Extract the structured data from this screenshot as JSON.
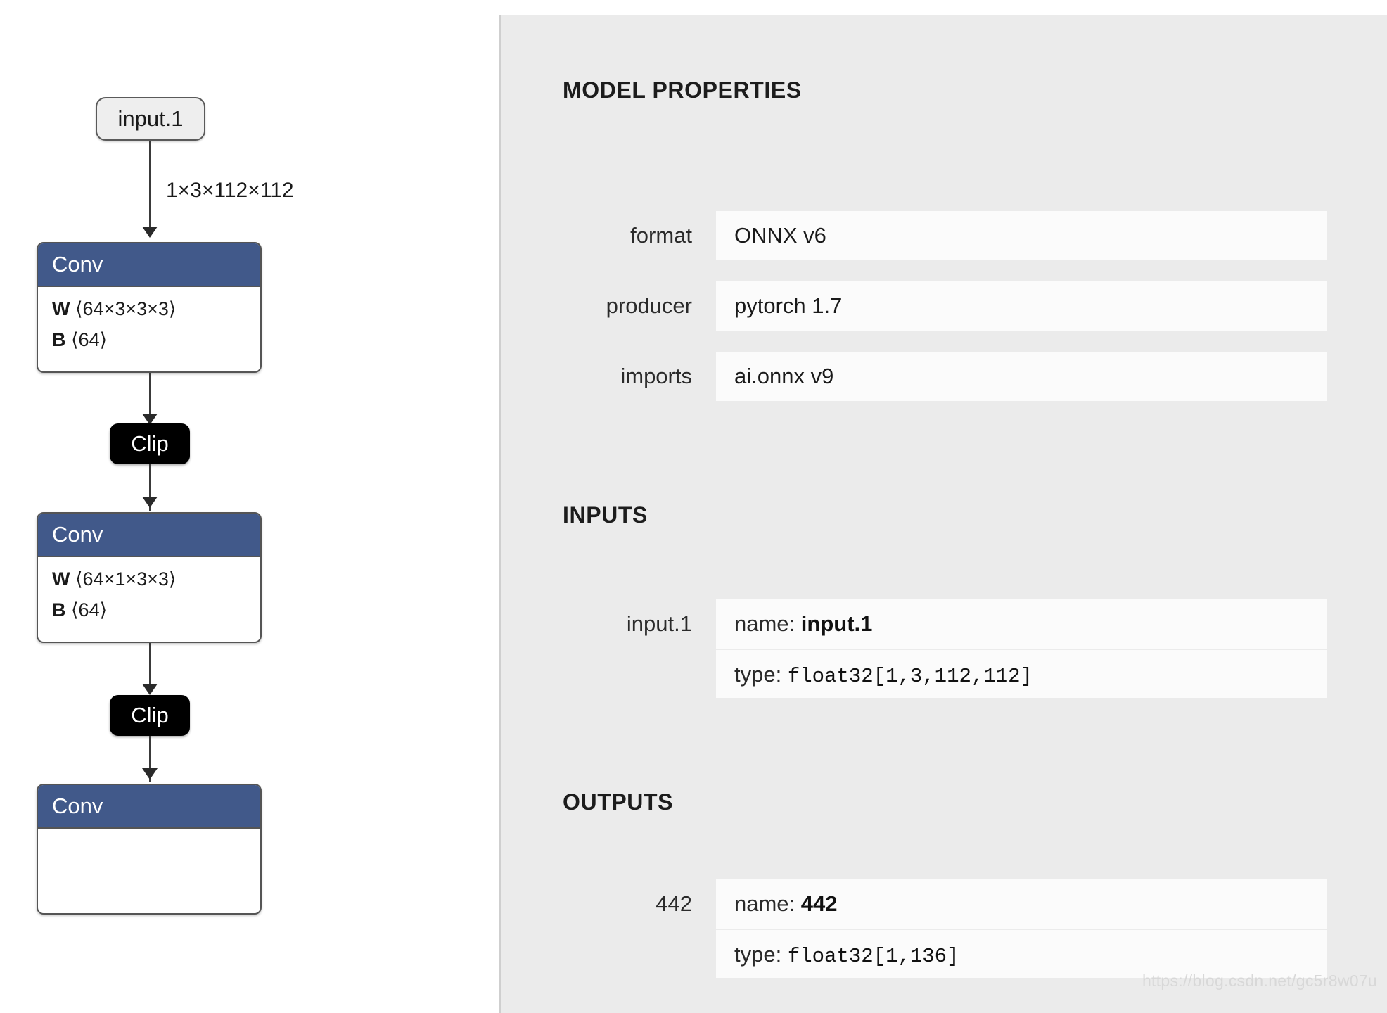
{
  "app": {
    "watermark": "https://blog.csdn.net/gc5r8w07u"
  },
  "graph": {
    "nodes": [
      {
        "id": "input-1",
        "kind": "io",
        "label": "input.1"
      },
      {
        "id": "conv-1",
        "kind": "op",
        "type": "Conv",
        "params": [
          {
            "name": "W",
            "shape": "⟨64×3×3×3⟩"
          },
          {
            "name": "B",
            "shape": "⟨64⟩"
          }
        ]
      },
      {
        "id": "clip-1",
        "kind": "activation",
        "type": "Clip"
      },
      {
        "id": "conv-2",
        "kind": "op",
        "type": "Conv",
        "params": [
          {
            "name": "W",
            "shape": "⟨64×1×3×3⟩"
          },
          {
            "name": "B",
            "shape": "⟨64⟩"
          }
        ]
      },
      {
        "id": "clip-2",
        "kind": "activation",
        "type": "Clip"
      },
      {
        "id": "conv-3",
        "kind": "op",
        "type": "Conv",
        "params": []
      }
    ],
    "edges": [
      {
        "from": "input-1",
        "to": "conv-1",
        "label": "1×3×112×112"
      },
      {
        "from": "conv-1",
        "to": "clip-1",
        "label": ""
      },
      {
        "from": "clip-1",
        "to": "conv-2",
        "label": ""
      },
      {
        "from": "conv-2",
        "to": "clip-2",
        "label": ""
      },
      {
        "from": "clip-2",
        "to": "conv-3",
        "label": ""
      }
    ]
  },
  "sidebar": {
    "sections": {
      "model_properties": "MODEL PROPERTIES",
      "inputs": "INPUTS",
      "outputs": "OUTPUTS"
    },
    "properties": [
      {
        "label": "format",
        "value": "ONNX v6"
      },
      {
        "label": "producer",
        "value": "pytorch 1.7"
      },
      {
        "label": "imports",
        "value": "ai.onnx v9"
      }
    ],
    "inputs": [
      {
        "label": "input.1",
        "name_key": "name:",
        "name_value": "input.1",
        "type_key": "type:",
        "type_value": "float32[1,3,112,112]"
      }
    ],
    "outputs": [
      {
        "label": "442",
        "name_key": "name:",
        "name_value": "442",
        "type_key": "type:",
        "type_value": "float32[1,136]"
      }
    ]
  },
  "colors": {
    "op_header": "#41598a",
    "activation_bg": "#000000",
    "sidebar_bg": "#ebebeb",
    "value_bg": "#fbfbfb"
  }
}
